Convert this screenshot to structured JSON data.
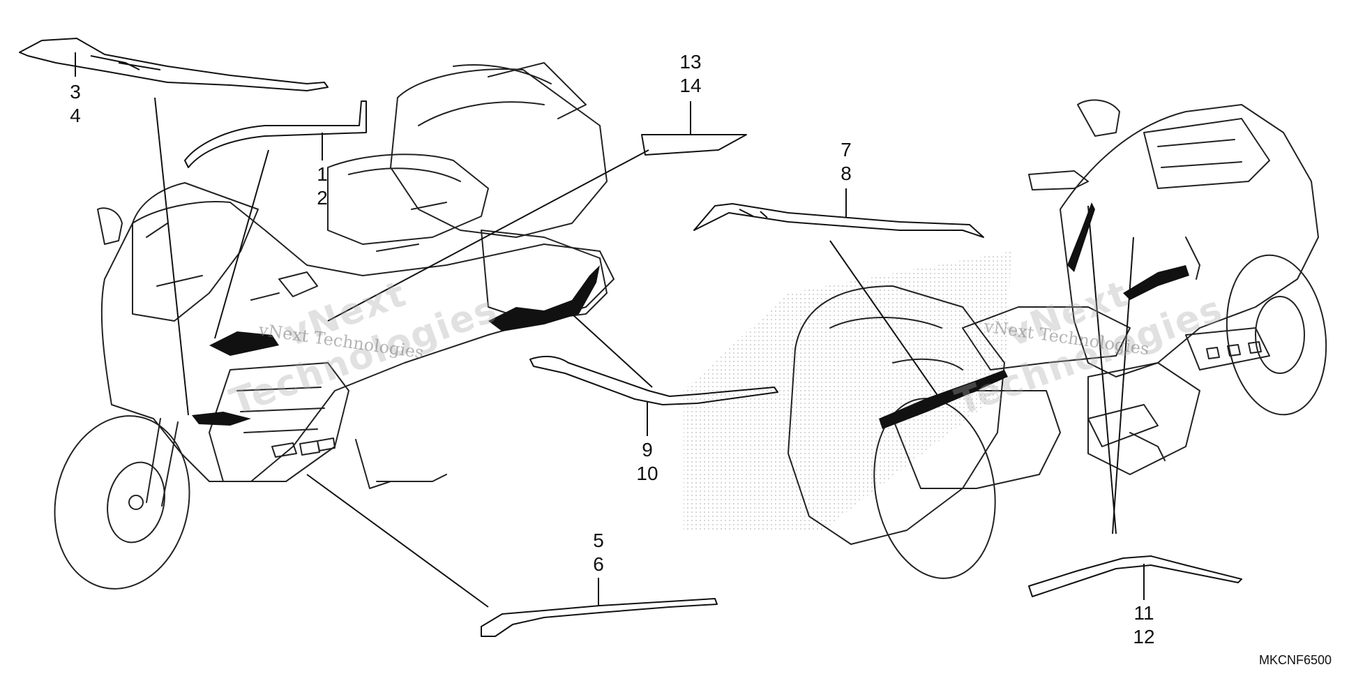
{
  "callouts": [
    {
      "id": "c34",
      "lines": [
        "3",
        "4"
      ]
    },
    {
      "id": "c12",
      "lines": [
        "1",
        "2"
      ]
    },
    {
      "id": "c1314",
      "lines": [
        "13",
        "14"
      ]
    },
    {
      "id": "c78",
      "lines": [
        "7",
        "8"
      ]
    },
    {
      "id": "c910",
      "lines": [
        "9",
        "10"
      ]
    },
    {
      "id": "c56",
      "lines": [
        "5",
        "6"
      ]
    },
    {
      "id": "c1112",
      "lines": [
        "11",
        "12"
      ]
    }
  ],
  "reference_code": "MKCNF6500",
  "watermark": {
    "brand": "vNext",
    "brand_full": "vNext Technologies",
    "tech": "Technologies"
  },
  "colors": {
    "line": "#111111",
    "watermark": "#9a9a9a",
    "background": "#ffffff"
  }
}
